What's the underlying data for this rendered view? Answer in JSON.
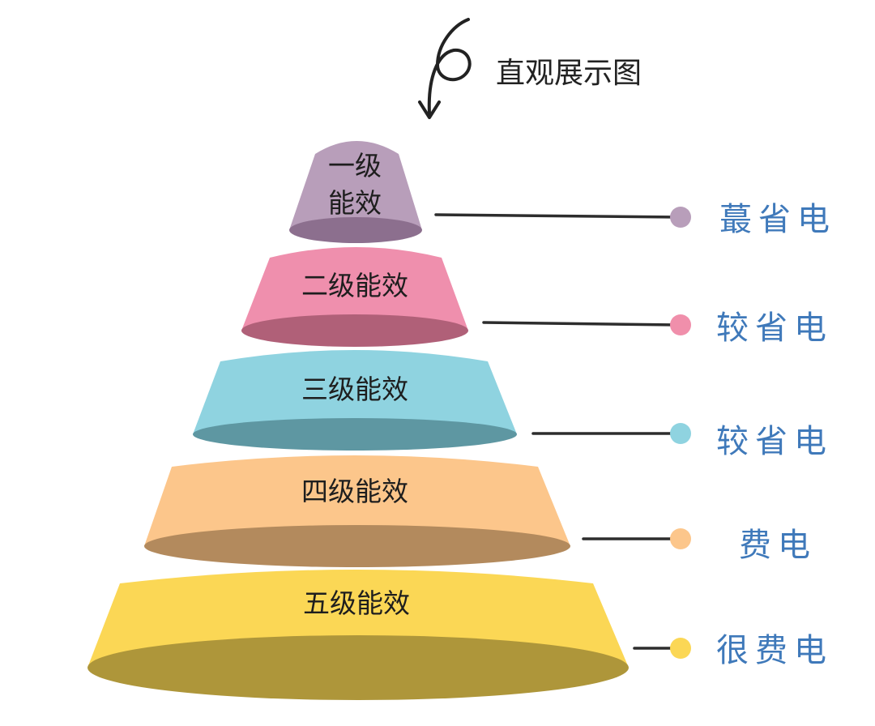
{
  "header": {
    "title": "直观展示图"
  },
  "tiers": [
    {
      "label_line1": "一级",
      "label_line2": "能效",
      "annotation": "蕞省电",
      "color": "#b89eba",
      "shade": "#8c6f8e",
      "dot_color": "#b89eba"
    },
    {
      "label": "二级能效",
      "annotation": "较省电",
      "color": "#ef8fad",
      "shade": "#b06078",
      "dot_color": "#f08fab"
    },
    {
      "label": "三级能效",
      "annotation": "较省电",
      "color": "#8fd3e0",
      "shade": "#5e97a2",
      "dot_color": "#8fd3e0"
    },
    {
      "label": "四级能效",
      "annotation": "费电",
      "color": "#fcc68b",
      "shade": "#b38a5d",
      "dot_color": "#fcc68b"
    },
    {
      "label": "五级能效",
      "annotation": "很费电",
      "color": "#fbd755",
      "shade": "#ae963a",
      "dot_color": "#fbd755"
    }
  ]
}
